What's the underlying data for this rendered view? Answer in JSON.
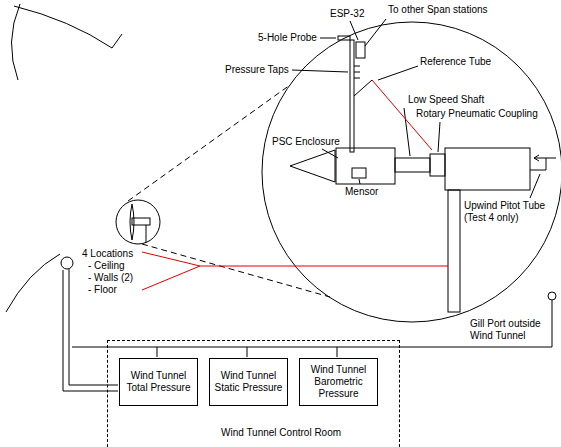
{
  "diagram": {
    "nodes": [
      {
        "text": [
          "Wind Tunnel Control Room"
        ]
      },
      {
        "text": [
          "Wind Tunnel Total Pressure"
        ],
        "in": 0
      },
      {
        "text": [
          "Wind Tunnel Static Pressure"
        ],
        "in": 0
      },
      {
        "text": [
          "Wind Tunnel Barometric Pressure"
        ],
        "in": 0
      }
    ],
    "labels": [
      "ESP-32",
      "To other Span stations",
      "5-Hole Probe",
      "Reference Tube",
      "Pressure Taps",
      "Low Speed Shaft",
      "Rotary Pneumatic Coupling",
      "PSC Enclosure",
      "Mensor",
      "Upwind Pitot Tube (Test 4 only)",
      "4 Locations",
      "- Ceiling",
      "- Walls (2)",
      "- Floor",
      "Gill Port outside Wind Tunnel"
    ]
  }
}
